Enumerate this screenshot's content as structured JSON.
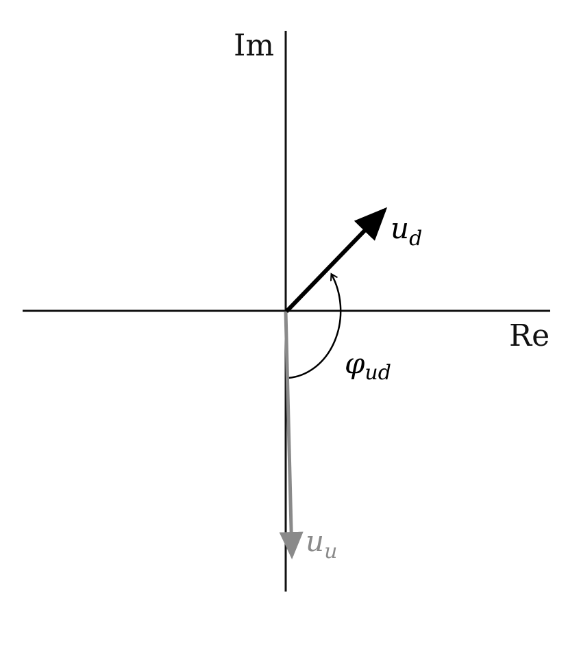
{
  "diagram": {
    "axes": {
      "real_label": "Re",
      "imag_label": "Im"
    },
    "phasors": [
      {
        "name": "u_d",
        "symbol": "u",
        "subscript": "d",
        "color": "#000000",
        "angle_deg": 42
      },
      {
        "name": "u_u",
        "symbol": "u",
        "subscript": "u",
        "color": "#8a8a8a",
        "angle_deg": -88.7
      }
    ],
    "angle": {
      "symbol": "φ",
      "subscript": "ud",
      "color": "#000000"
    }
  }
}
